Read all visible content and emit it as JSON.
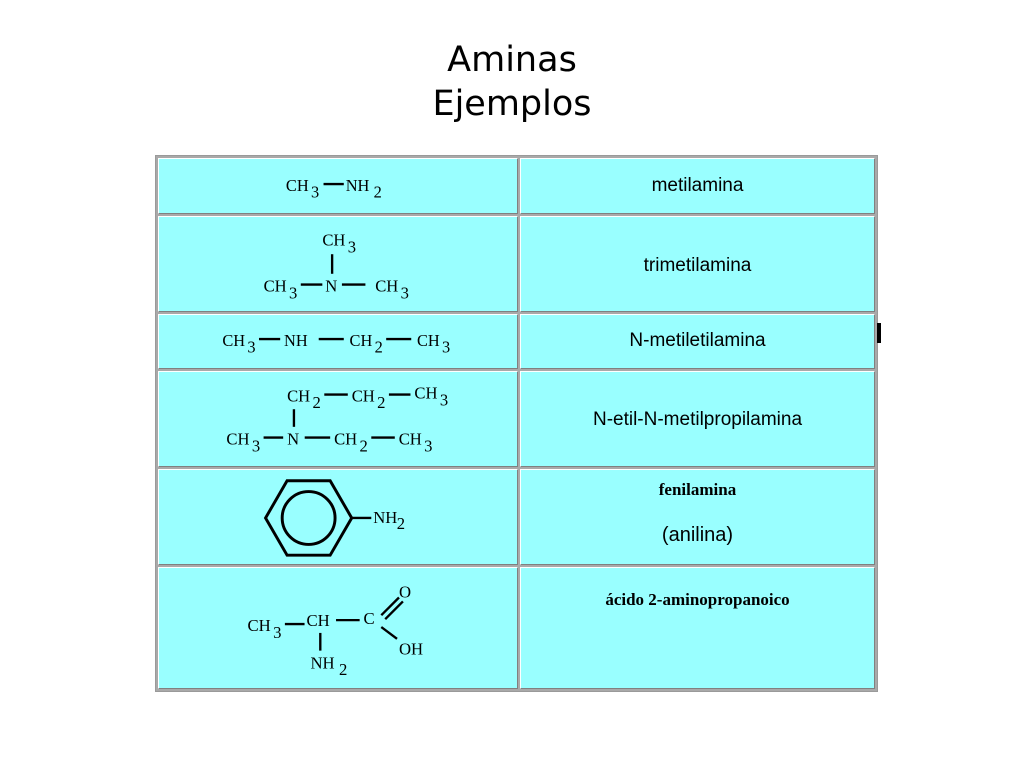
{
  "title": {
    "line1": "Aminas",
    "line2": "Ejemplos"
  },
  "colors": {
    "cell_fill": "#99ffff",
    "table_border": "#a9a9a9"
  },
  "rows": [
    {
      "name": "metilamina",
      "formula": {
        "t1": "CH",
        "s1": "3",
        "t2": "NH",
        "s2": "2"
      }
    },
    {
      "name": "trimetilamina",
      "formula": {
        "t1": "CH",
        "s1": "3",
        "t2": "CH",
        "s2": "3",
        "n": "N",
        "t3": "CH",
        "s3": "3"
      }
    },
    {
      "name": "N-metiletilamina",
      "formula": {
        "t1": "CH",
        "s1": "3",
        "nh": "NH",
        "t2": "CH",
        "s2": "2",
        "t3": "CH",
        "s3": "3"
      }
    },
    {
      "name": "N-etil-N-metilpropilamina",
      "formula": {
        "t1": "CH",
        "s1": "2",
        "t2": "CH",
        "s2": "2",
        "t3": "CH",
        "s3": "3",
        "t4": "CH",
        "s4": "3",
        "n": "N",
        "t5": "CH",
        "s5": "2",
        "t6": "CH",
        "s6": "3"
      }
    },
    {
      "name": "fenilamina",
      "name2": "(anilina)",
      "formula": {
        "nh": "NH",
        "s1": "2"
      }
    },
    {
      "name": "ácido 2-aminopropanoico",
      "formula": {
        "o": "O",
        "t1": "CH",
        "s1": "3",
        "ch": "CH",
        "c": "C",
        "oh": "OH",
        "nh": "NH",
        "s2": "2"
      }
    }
  ]
}
